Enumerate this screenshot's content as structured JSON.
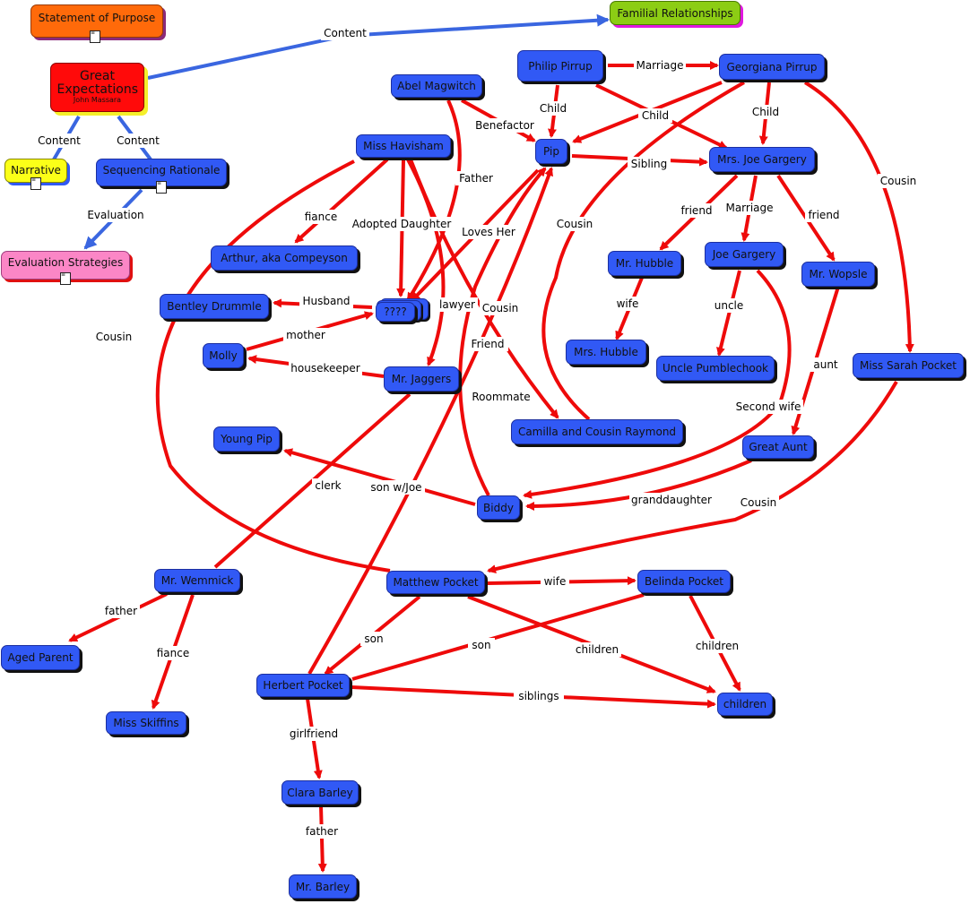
{
  "nodes": {
    "statement": "Statement of Purpose",
    "familial": "Familial Relationships",
    "great_title": "Great Expectations",
    "great_author": "John Massara",
    "narrative": "Narrative",
    "sequencing": "Sequencing Rationale",
    "evaluation": "Evaluation Strategies",
    "abel": "Abel Magwitch",
    "philip": "Philip Pirrup",
    "georgiana": "Georgiana Pirrup",
    "havisham": "Miss Havisham",
    "pip": "Pip",
    "mrsjoe": "Mrs. Joe Gargery",
    "arthur": "Arthur, aka Compeyson",
    "bentley": "Bentley Drummle",
    "unknown": "????",
    "molly": "Molly",
    "jaggers": "Mr. Jaggers",
    "hubble": "Mr. Hubble",
    "joe": "Joe Gargery",
    "wopsle": "Mr. Wopsle",
    "mrshubble": "Mrs. Hubble",
    "pumblechook": "Uncle Pumblechook",
    "sarah": "Miss Sarah Pocket",
    "youngpip": "Young Pip",
    "camilla": "Camilla and Cousin Raymond",
    "greataunt": "Great Aunt",
    "biddy": "Biddy",
    "wemmick": "Mr. Wemmick",
    "matthew": "Matthew Pocket",
    "belinda": "Belinda Pocket",
    "aged": "Aged Parent",
    "herbert": "Herbert Pocket",
    "children": "children",
    "skiffins": "Miss Skiffins",
    "clara": "Clara Barley",
    "barley": "Mr. Barley"
  },
  "edge_labels": {
    "content_top": "Content",
    "content_left": "Content",
    "content_right": "Content",
    "evaluation": "Evaluation",
    "marriage": "Marriage",
    "child_philip": "Child",
    "child_philip2": "Child",
    "child_georgiana": "Child",
    "benefactor": "Benefactor",
    "father_abel": "Father",
    "sibling": "Sibling",
    "cousin_sarah": "Cousin",
    "fiance": "fiance",
    "adopted": "Adopted Daughter",
    "loves_her": "Loves Her",
    "cousin_pip": "Cousin",
    "friend_hubble": "friend",
    "marriage_joe": "Marriage",
    "friend_wopsle": "friend",
    "husband": "Husband",
    "lawyer": "lawyer",
    "cousin_havisham": "Cousin",
    "wife_hubble": "wife",
    "uncle": "uncle",
    "mother": "mother",
    "cousin_left": "Cousin",
    "friend_biddy": "Friend",
    "housekeeper": "housekeeper",
    "aunt": "aunt",
    "roommate": "Roommate",
    "second_wife": "Second wife",
    "clerk": "clerk",
    "son_w_joe": "son w/Joe",
    "granddaughter": "granddaughter",
    "cousin_matthew": "Cousin",
    "wife_matthew": "wife",
    "father_aged": "father",
    "son_matthew": "son",
    "son_belinda": "son",
    "children_matthew": "children",
    "children_belinda": "children",
    "fiance_wemmick": "fiance",
    "siblings": "siblings",
    "girlfriend": "girlfriend",
    "father_clara": "father"
  },
  "colors": {
    "node_fill": "#3159f5",
    "edge_red": "#ee0a0a",
    "edge_blue": "#3a66e0"
  }
}
